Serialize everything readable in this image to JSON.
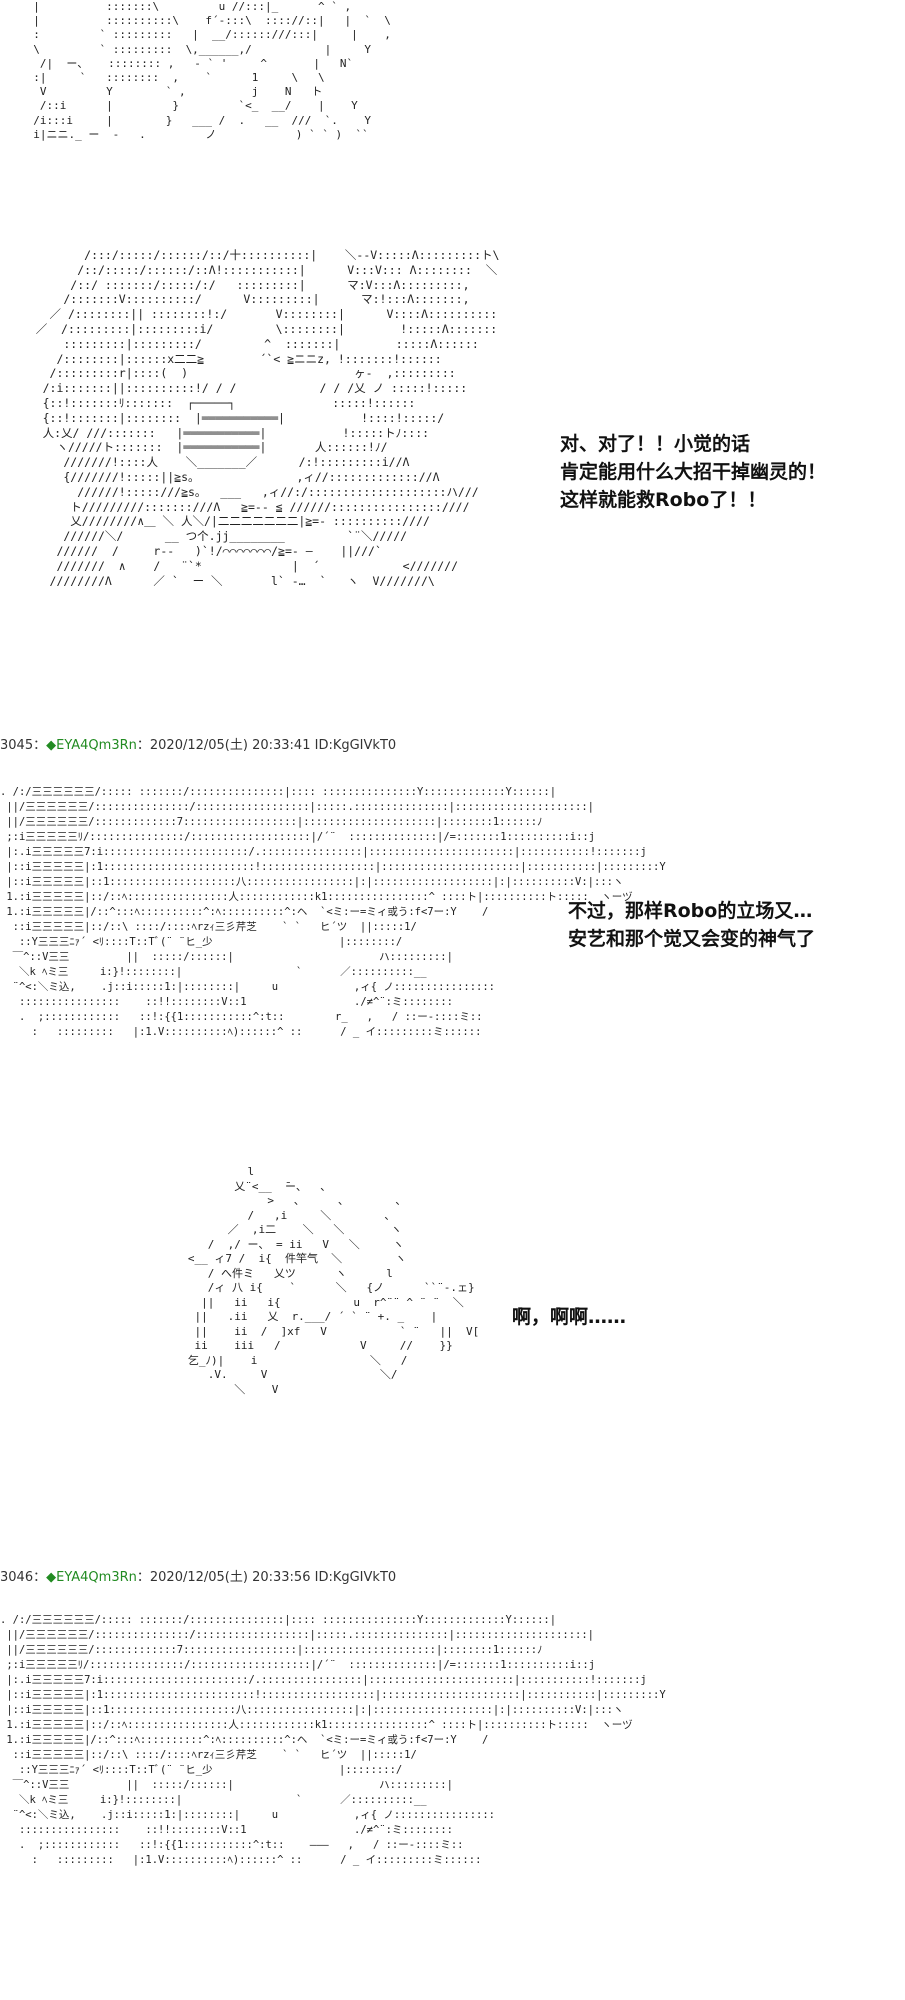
{
  "panel1": {
    "art": "  |          :::::::\\         u //:::|_      ^ ` ,\n  |          ::::::::::\\    f´-:::\\  :::://::|   |  `  \\\n  :         ` :::::::::   |  __/::::::///:::|     |    ,\n  \\         ` :::::::::  \\,______,/           |     Y\n   /|  ー、   :::::::: ,   - ` '     ^       |   N`\n  :|     `   ::::::::  ,    `      1     \\   \\\n   V         Y        ` ,          j    N   ト\n   /::i      |         }         `<_  __/    |    Y\n  /i:::i     |        }   ___ /  .   __  ///  `.    Y\n  i|ニニ._ ー  -   .         ノ            ) ` ` )  ``"
  },
  "panel2": {
    "art": "           /:::/:::::/::::::/::/十::::::::::|    ＼--V:::::Λ:::::::::ト\\\n          /::/:::::/::::::/::Λ!:::::::::::|      V:::V::: Λ::::::::  ＼\n         /::/ :::::::/:::::/:/   :::::::::|      マ:V:::Λ:::::::::,\n        /:::::::V::::::::::/      V:::::::::|      マ:!:::Λ:::::::,\n      ／ /::::::::|| ::::::::!:/       V::::::::|      V::::Λ::::::::::\n    ／  /:::::::::|:::::::::i/         \\::::::::|        !:::::Λ:::::::\n        :::::::::|:::::::::/         ^  :::::::|        :::::Λ::::::\n       /::::::::|::::::x二二≧        ´`< ≧ニニz, !:::::::!::::::\n      /:::::::::r|::::(  )                        ヶ-  ,:::::::::\n     /:i:::::::||::::::::::!/ / /            / / /乂 ノ :::::!:::::\n     {::!:::::::ﾘ:::::::  ┌─────┐              :::::!::::::\n     {::!:::::::|::::::::  |═══════════|           !::::!:::::/\n     人:乂/ ///:::::::   |═══════════|           !:::::トﾉ::::\n       ヽ/////ト:::::::  |═══════════|       人::::::!ﾉ/\n        ///////!::::人    ＼_______／      /:!:::::::::i//Λ\n        {///////!:::::||≧s。              ,ィ//::::::::::::://Λ\n          //////!:::::///≧s。  ___   ,ィ//:/::::::::::::::::::::ハ///\n         ト/////////:::::::///Λ   ≧=-- ≦ //////::::::::::::::::////\n         乂////////∧＿ ＼ 人＼/|二二二二二二二|≧=- ::::::::::////\n        //////＼/      __ つ个.jj________         `¨＼/////\n       //////  /     r‐-   )`!/⌒⌒⌒⌒⌒⌒⌒/≧=- ―    ||///`\n       ///////  ∧    /   ¨`*             |  ´            <///////\n      ////////Λ      ／ `  ー ＼       l` ‐…  `   ヽ  V///////\\"
  },
  "panel2_dialog": [
    "对、对了！！小觉的话",
    "肯定能用什么大招干掉幽灵的！",
    "这样就能救Robo了！！"
  ],
  "post3045": {
    "number": "3045",
    "separator": "：",
    "trip": "◆EYA4Qm3Rn",
    "colon": "：",
    "datetime": "2020/12/05(土) 20:33:41",
    "id": "ID:KgGIVkT0"
  },
  "panel3": {
    "art": ". /:/三三三三三三/::::: :::::::/:::::::::::::::|:::: :::::::::::::::Y:::::::::::::Y::::::|\n ||/三三三三三三/:::::::::::::::/::::::::::::::::::|:::::.:::::::::::::::|:::::::::::::::::::::|\n ||/三三三三三三/:::::::::::::7::::::::::::::::::|:::::::::::::::::::::|::::::::1::::::ﾉ\n ;:i三三三三三ﾘ/:::::::::::::::/:::::::::::::::::::|/´¨  ::::::::::::::|/=:::::::1::::::::::i::j\n |:.i三三三三三7:i:::::::::::::::::::::::/.::::::::::::::::|:::::::::::::::::::::::|:::::::::::!:::::::j\n |::i三三三三三|:1::::::::::::::::::::::::!::::::::::::::::::|::::::::::::::::::::::|:::::::::::|:::::::::Y\n |::i三三三三三|::1::::::::::::::::::::八:::::::::::::::::|:|:::::::::::::::::::|:|::::::::::V:|:::ヽ\n 1.:i三三三三三|::/::ﾍ::::::::::::::::人::::::::::::k1::::::::::::::::^ ::::ト|::::::::::ト:::::  ヽーヅ\n 1.:i三三三三三|/::^:::ﾍ::::::::::^:ﾍ::::::::::^:ヘ  `<ミ:ー=ミィ或う:f<7ー:Y    /\n  ::i三三三三三|::/::\\ ::::/::::ﾍrzｨ三彡芹芝    ` `   ヒ´ツ  ||:::::1/\n   ::Y三三三ﾆｧ´ <ﾘ::::T::Tﾞ(¨ ¨ヒ_少                    |::::::::/\n  ￣^::V三三         ||  :::::/::::::|                       ハ:::::::::|\n   ＼k ﾍミ三     i:}!::::::::|                  `      ／::::::::::__\n  ¨^<:＼ミ込,    .j::i:::::1:|::::::::|     u            ,ィ{ ノ::::::::::::::::\n   ::::::::::::::::    ::!!::::::::V::1                 ./≠^¨:ミ::::::::\n   .  ;::::::::::::   ::!:{{1:::::::::::^:t::        r_   ,   / ::ー-::::ミ::\n     :   :::::::::   |:1.V::::::::::ﾍ)::::::^ ::      / _ イ:::::::::ミ::::::"
  },
  "panel3_dialog": [
    "不过，那样Robo的立场又…",
    "安艺和那个觉又会变的神气了"
  ],
  "panel4": {
    "art": "                    l\n                  乂¨<__  ̄ー、  、\n                       >   、     、       、\n                    /   ,i     ＼        、\n                 ／  ,i二    ＼   ＼       ヽ\n              /  ,/ ー、 = ii   V   ＼     ヽ\n           <__ ィ7 /  i{  件竿气  ＼        ヽ\n              / へ件ミ   乂ツ      ヽ      l\n              /ィ 八 i{    `      ＼   {ノ      ``¨-.ェ}\n             ||   ii   i{           u  r^¨¨ ^ ¨ ¨  ＼\n            ||   .ii   乂  r.___/ ´ ` ¨ +. _    |\n            ||    ii  /  ]xf   V           ` ¨   ||  V[\n            ii    iii   /            V     //    }}\n           乞_ﾉ)|    i                 ＼   /\n              .V.     V                 ＼/\n                  ＼    V"
  },
  "panel4_dialog": [
    "啊，啊啊……"
  ],
  "post3046": {
    "number": "3046",
    "separator": "：",
    "trip": "◆EYA4Qm3Rn",
    "colon": "：",
    "datetime": "2020/12/05(土) 20:33:56",
    "id": "ID:KgGIVkT0"
  },
  "panel5": {
    "art": ". /:/三三三三三三/::::: :::::::/:::::::::::::::|:::: :::::::::::::::Y:::::::::::::Y::::::|\n ||/三三三三三三/:::::::::::::::/::::::::::::::::::|:::::.:::::::::::::::|:::::::::::::::::::::|\n ||/三三三三三三/:::::::::::::7::::::::::::::::::|:::::::::::::::::::::|::::::::1::::::ﾉ\n ;:i三三三三三ﾘ/:::::::::::::::/:::::::::::::::::::|/´¨  ::::::::::::::|/=:::::::1::::::::::i::j\n |:.i三三三三三7:i:::::::::::::::::::::::/.::::::::::::::::|:::::::::::::::::::::::|:::::::::::!:::::::j\n |::i三三三三三|:1::::::::::::::::::::::::!::::::::::::::::::|::::::::::::::::::::::|:::::::::::|:::::::::Y\n |::i三三三三三|::1::::::::::::::::::::八:::::::::::::::::|:|:::::::::::::::::::|:|::::::::::V:|:::ヽ\n 1.:i三三三三三|::/::ﾍ::::::::::::::::人::::::::::::k1::::::::::::::::^ ::::ト|::::::::::ト:::::  ヽーヅ\n 1.:i三三三三三|/::^:::ﾍ::::::::::^:ﾍ::::::::::^:ヘ  `<ミ:ー=ミィ或う:f<7ー:Y    /\n  ::i三三三三三|::/::\\ ::::/::::ﾍrzｨ三彡芹芝    ` `   ヒ´ツ  ||:::::1/\n   ::Y三三三ﾆｧ´ <ﾘ::::T::Tﾞ(¨ ¨ヒ_少                    |::::::::/\n  ￣^::V三三         ||  :::::/::::::|                       ハ:::::::::|\n   ＼k ﾍミ三     i:}!::::::::|                  `      ／::::::::::__\n  ¨^<:＼ミ込,    .j::i:::::1:|::::::::|     u            ,ィ{ ノ::::::::::::::::\n   ::::::::::::::::    ::!!::::::::V::1                 ./≠^¨:ミ::::::::\n   .  ;::::::::::::   ::!:{{1:::::::::::^:t::    ―――   ,   / ::ー-::::ミ::\n     :   :::::::::   |:1.V::::::::::ﾍ)::::::^ ::      / _ イ:::::::::ミ::::::"
  }
}
